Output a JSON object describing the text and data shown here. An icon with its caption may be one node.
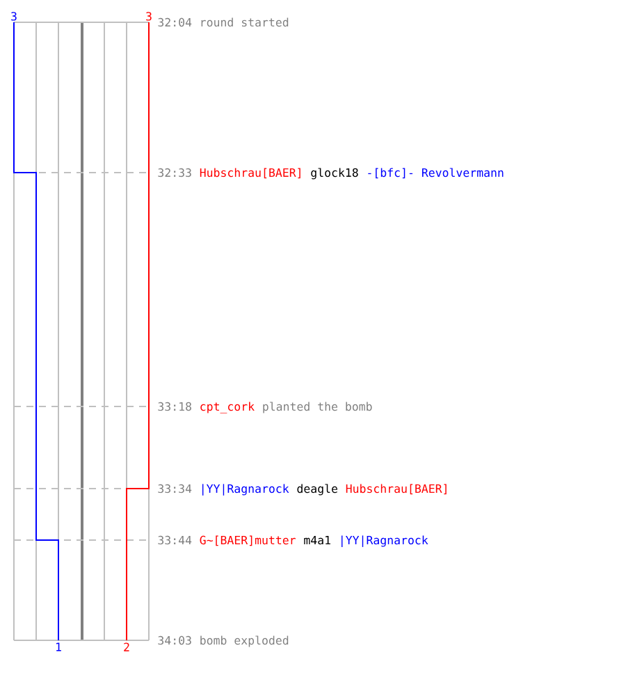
{
  "diagram": {
    "labels": [
      "3",
      "3",
      "32:04",
      "round started",
      "32:33",
      "Hubschrau[BAER]",
      "glock18",
      "-[bfc]- Revolvermann",
      "33:18",
      "cpt_cork",
      "planted the bomb",
      "33:34",
      "|YY|Ragnarock",
      "deagle",
      "Hubschrau[BAER]",
      "33:44",
      "G~[BAER]mutter",
      "m4a1",
      "|YY|Ragnarock",
      "1",
      "2",
      "34:03",
      "bomb exploded"
    ]
  }
}
